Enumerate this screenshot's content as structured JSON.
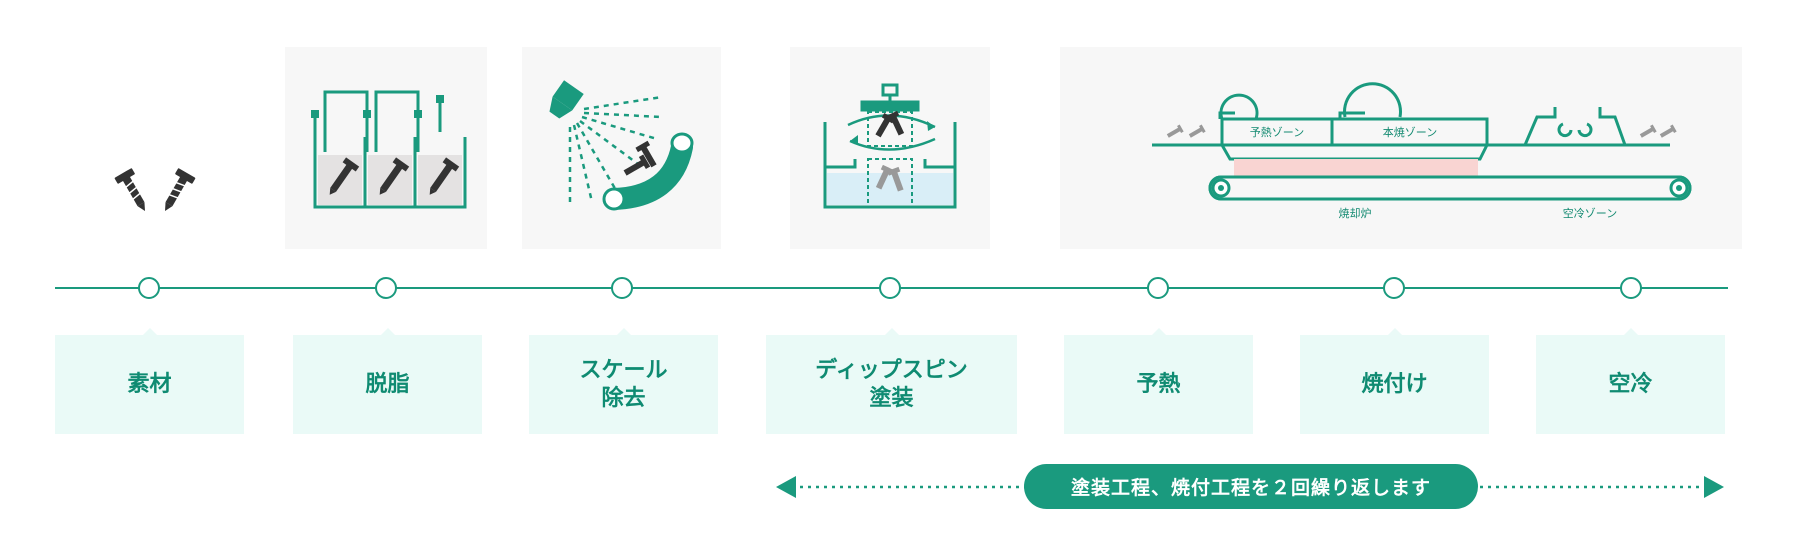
{
  "colors": {
    "primary": "#1a9a7e",
    "label_bg": "#eafaf7",
    "panel_bg": "#f7f7f7",
    "heat": "#f9d4d2",
    "liquid": "#d9eef7",
    "screw": "#333333"
  },
  "steps": [
    {
      "label": "素材"
    },
    {
      "label": "脱脂"
    },
    {
      "label": "スケール\n除去"
    },
    {
      "label": "ディップスピン\n塗装"
    },
    {
      "label": "予熱"
    },
    {
      "label": "焼付け"
    },
    {
      "label": "空冷"
    }
  ],
  "furnace": {
    "preheat_zone": "予熱ゾーン",
    "main_zone": "本焼ゾーン",
    "furnace_label": "焼却炉",
    "cooling_zone": "空冷ゾーン"
  },
  "repeat_note": "塗装工程、焼付工程を２回繰り返します",
  "icons": [
    "screw-icon",
    "degreasing-tank-icon",
    "spray-nozzle-icon",
    "dip-spin-tank-icon",
    "conveyor-furnace-icon"
  ]
}
